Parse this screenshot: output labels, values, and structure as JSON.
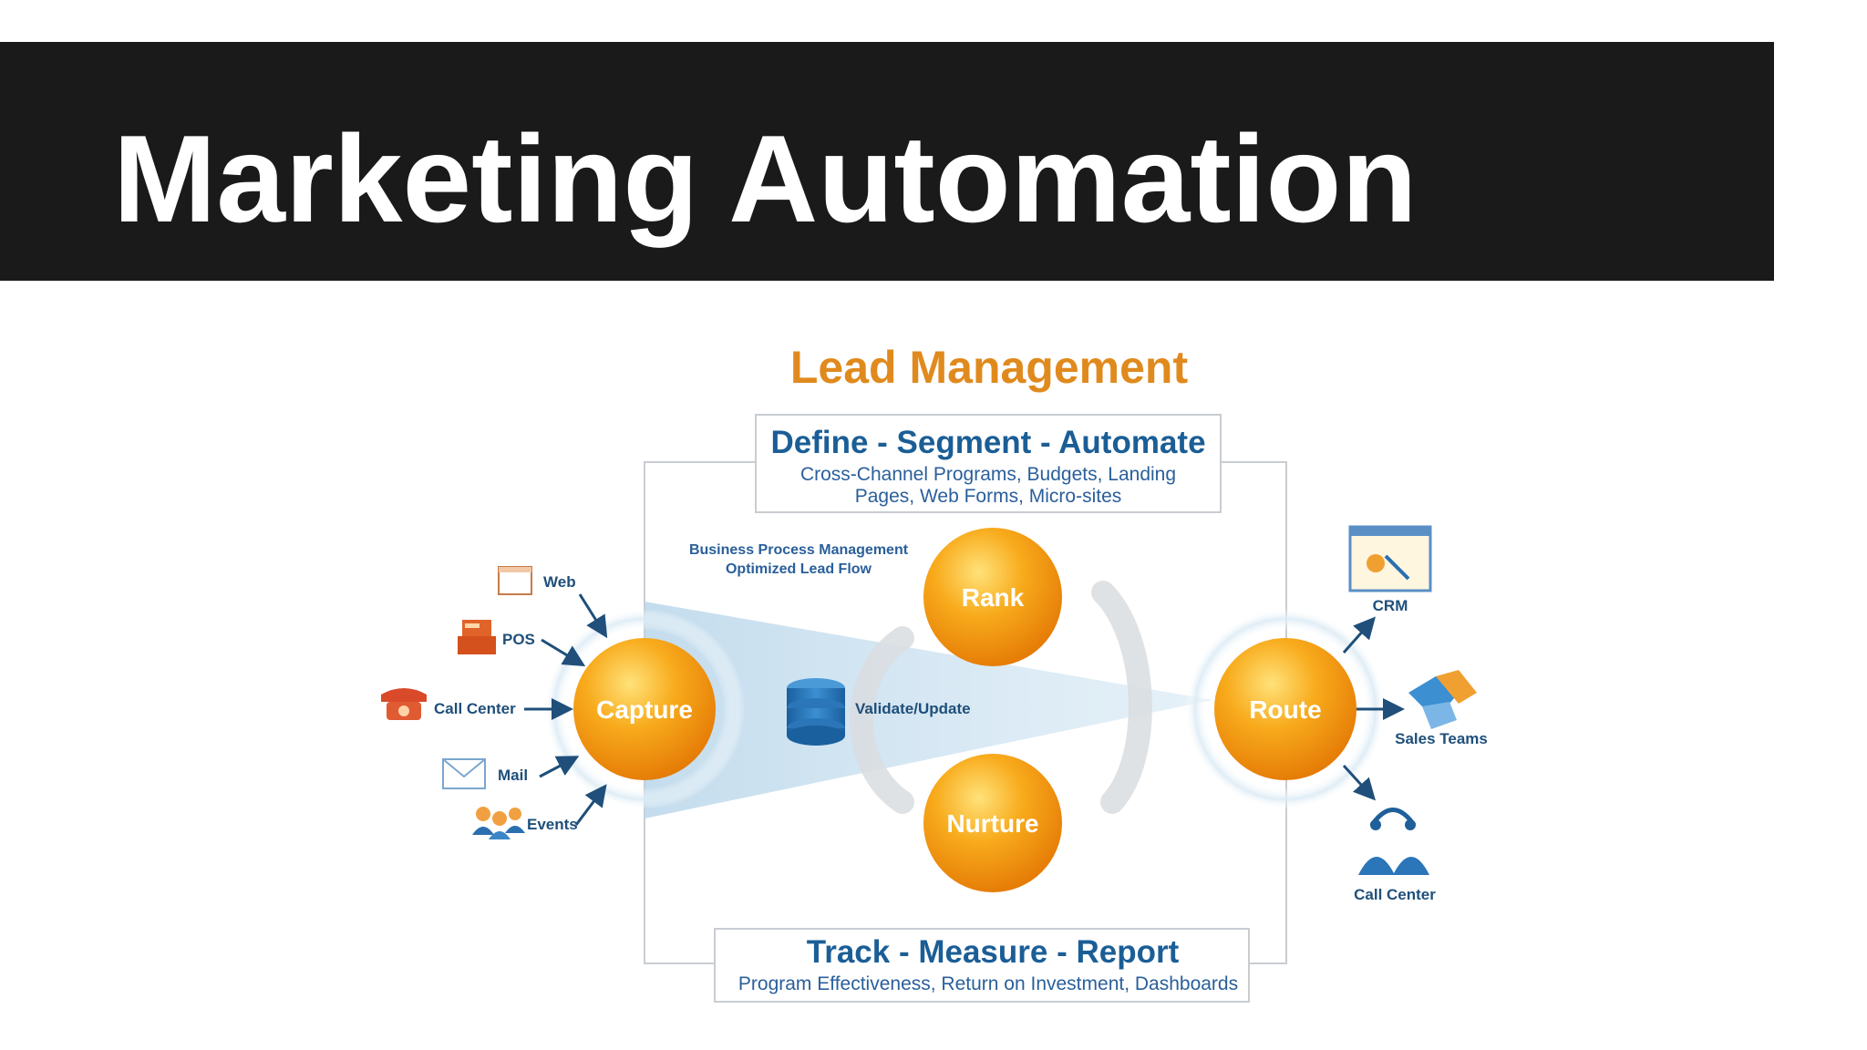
{
  "slide": {
    "title": "Marketing Automation"
  },
  "diagram": {
    "heading": "Lead Management",
    "top_box": {
      "title": "Define - Segment - Automate",
      "line1": "Cross-Channel Programs, Budgets, Landing",
      "line2": "Pages, Web Forms, Micro-sites"
    },
    "bottom_box": {
      "title": "Track - Measure - Report",
      "line1": "Program Effectiveness, Return on Investment, Dashboards"
    },
    "bpm_note": {
      "line1": "Business Process Management",
      "line2": "Optimized Lead Flow"
    },
    "nodes": {
      "capture": "Capture",
      "rank": "Rank",
      "nurture": "Nurture",
      "route": "Route"
    },
    "database_label": "Validate/Update",
    "sources": [
      {
        "label": "Web",
        "icon": "web-page-icon"
      },
      {
        "label": "POS",
        "icon": "cash-register-icon"
      },
      {
        "label": "Call Center",
        "icon": "telephone-icon"
      },
      {
        "label": "Mail",
        "icon": "envelope-icon"
      },
      {
        "label": "Events",
        "icon": "people-icon"
      }
    ],
    "destinations": [
      {
        "label": "CRM",
        "icon": "crm-window-icon"
      },
      {
        "label": "Sales Teams",
        "icon": "handshake-icon"
      },
      {
        "label": "Call Center",
        "icon": "headset-agents-icon"
      }
    ],
    "colors": {
      "heading": "#e08a1e",
      "box_title": "#1b5e96",
      "box_text": "#2a5f9a",
      "node_orange": "#f59a12",
      "arrow": "#1f4f7a",
      "beam": "#c8e0ef"
    }
  }
}
